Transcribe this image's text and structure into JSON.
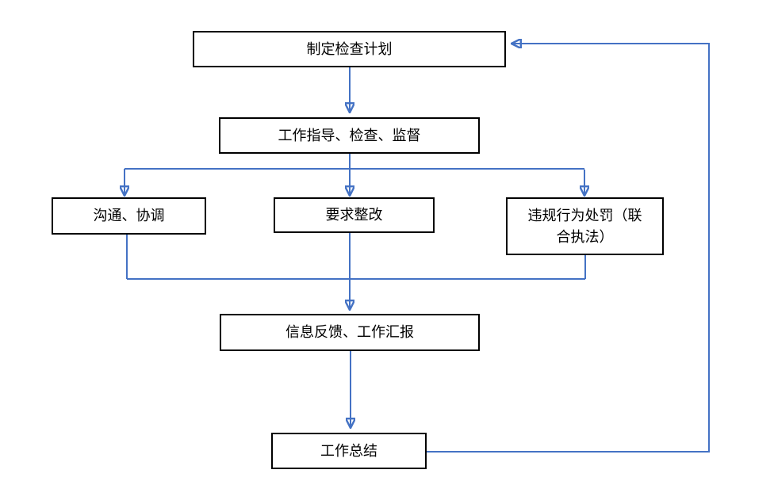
{
  "diagram": {
    "type": "flowchart",
    "nodes": [
      {
        "id": "plan",
        "label": "制定检查计划"
      },
      {
        "id": "guidance",
        "label": "工作指导、检查、监督"
      },
      {
        "id": "communicate",
        "label": "沟通、协调"
      },
      {
        "id": "rectify",
        "label": "要求整改"
      },
      {
        "id": "punish",
        "label": "违规行为处罚（联\n合执法）"
      },
      {
        "id": "feedback",
        "label": "信息反馈、工作汇报"
      },
      {
        "id": "summary",
        "label": "工作总结"
      }
    ],
    "edges": [
      {
        "from": "plan",
        "to": "guidance"
      },
      {
        "from": "guidance",
        "to": "communicate"
      },
      {
        "from": "guidance",
        "to": "rectify"
      },
      {
        "from": "guidance",
        "to": "punish"
      },
      {
        "from": "communicate",
        "to": "feedback"
      },
      {
        "from": "rectify",
        "to": "feedback"
      },
      {
        "from": "punish",
        "to": "feedback"
      },
      {
        "from": "feedback",
        "to": "summary"
      },
      {
        "from": "summary",
        "to": "plan"
      }
    ],
    "colors": {
      "connector": "#4472C4",
      "box_border": "#000000",
      "box_fill": "#FFFFFF",
      "text": "#000000",
      "background": "#FFFFFF"
    }
  }
}
